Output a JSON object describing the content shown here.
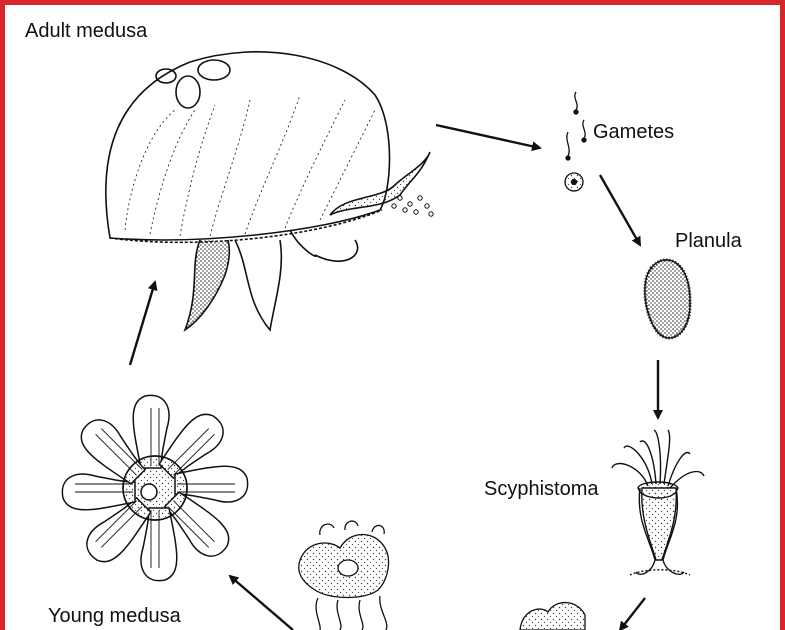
{
  "labels": {
    "adult_medusa": "Adult medusa",
    "gametes": "Gametes",
    "planula": "Planula",
    "scyphistoma": "Scyphistoma",
    "young_medusa": "Young medusa"
  },
  "colors": {
    "frame": "#d7262c",
    "ink": "#111111",
    "stipple": "#444444"
  }
}
